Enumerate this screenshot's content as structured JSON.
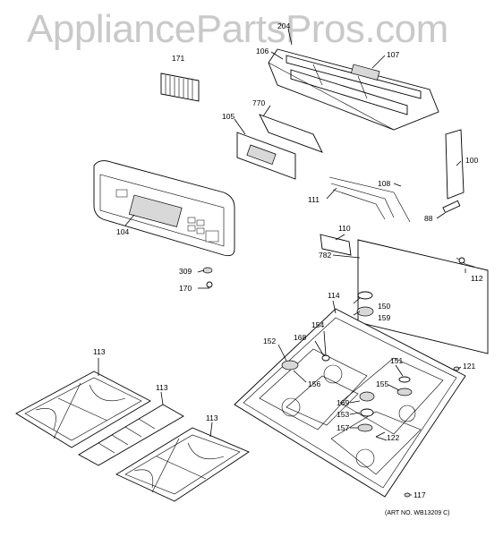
{
  "watermark": "AppliancePartsPros.com",
  "art_number": "(ART NO. WB13209 C)",
  "labels": {
    "p204": "204",
    "p106": "106",
    "p107": "107",
    "p171": "171",
    "p770": "770",
    "p105": "105",
    "p100": "100",
    "p108": "108",
    "p111": "111",
    "p104": "104",
    "p88": "88",
    "p110": "110",
    "p782": "782",
    "p112": "112",
    "p309": "309",
    "p170": "170",
    "p114": "114",
    "p150": "150",
    "p159": "159",
    "p154": "154",
    "p152": "152",
    "p168": "168",
    "p113a": "113",
    "p113b": "113",
    "p113c": "113",
    "p151": "151",
    "p121": "121",
    "p156": "156",
    "p155": "155",
    "p169": "169",
    "p153": "153",
    "p157": "157",
    "p122": "122",
    "p117": "117"
  }
}
